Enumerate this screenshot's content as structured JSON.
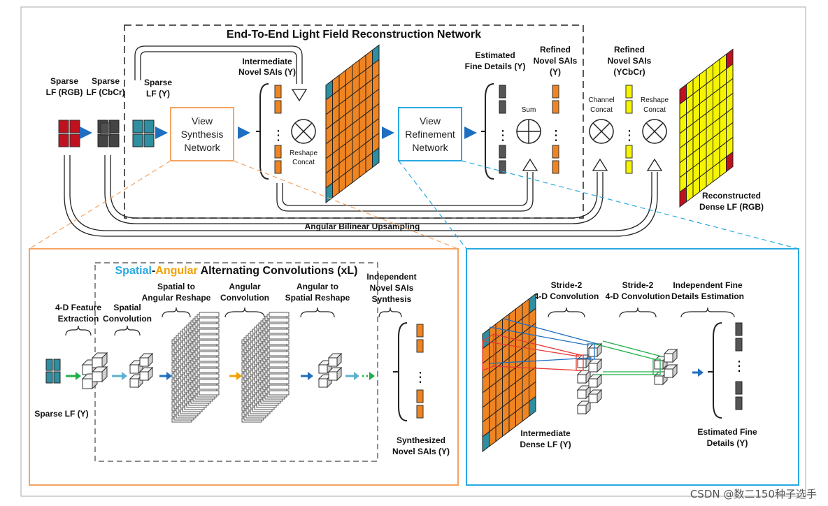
{
  "top": {
    "title": "End-To-End Light Field Reconstruction Network",
    "sparse_rgb": [
      "Sparse",
      "LF (RGB)"
    ],
    "sparse_cbcr": [
      "Sparse",
      "LF (CbCr)"
    ],
    "sparse_y": [
      "Sparse",
      "LF (Y)"
    ],
    "view_synthesis": [
      "View",
      "Synthesis",
      "Network"
    ],
    "intermediate": [
      "Intermediate",
      "Novel SAIs (Y)"
    ],
    "reshape_concat_1": [
      "Reshape",
      "Concat"
    ],
    "view_refinement": [
      "View",
      "Refinement",
      "Network"
    ],
    "estimated_fine": [
      "Estimated",
      "Fine Details (Y)"
    ],
    "sum": "Sum",
    "refined_y": [
      "Refined",
      "Novel SAIs",
      "(Y)"
    ],
    "channel_concat": [
      "Channel",
      "Concat"
    ],
    "refined_ycbcr": [
      "Refined",
      "Novel SAIs",
      "(YCbCr)"
    ],
    "reshape_concat_2": [
      "Reshape",
      "Concat"
    ],
    "reconstructed": [
      "Reconstructed",
      "Dense LF (RGB)"
    ],
    "angular_bilinear": "Angular Bilinear Upsampling"
  },
  "left_panel": {
    "title_spatial": "Spatial",
    "title_dash": "-",
    "title_angular": "Angular",
    "title_rest": " Alternating Convolutions (xL)",
    "feature_extraction": [
      "4-D Feature",
      "Extraction"
    ],
    "spatial_conv": [
      "Spatial",
      "Convolution"
    ],
    "s2a_reshape": [
      "Spatial to",
      "Angular Reshape"
    ],
    "angular_conv": [
      "Angular",
      "Convolution"
    ],
    "a2s_reshape": [
      "Angular to",
      "Spatial Reshape"
    ],
    "independent": [
      "Independent",
      "Novel SAIs",
      "Synthesis"
    ],
    "sparse_lf_y": "Sparse LF (Y)",
    "synthesized": [
      "Synthesized",
      "Novel SAIs (Y)"
    ]
  },
  "right_panel": {
    "stride1": [
      "Stride-2",
      "4-D Convolution"
    ],
    "stride2": [
      "Stride-2",
      "4-D Convolution"
    ],
    "independent_fine": [
      "Independent Fine",
      "Details Estimation"
    ],
    "intermediate_dense": [
      "Intermediate",
      "Dense LF (Y)"
    ],
    "estimated_fine_details": [
      "Estimated Fine",
      "Details (Y)"
    ]
  },
  "watermark": "CSDN @数二150种子选手",
  "colors": {
    "orange": "#ee8422",
    "teal": "#2f8ea0",
    "yellow": "#f5f500",
    "red": "#c0121e",
    "dark": "#444444",
    "blue_arrow": "#1f6fc0",
    "orange_panel": "#f4a460",
    "cyan_panel": "#29a9e1",
    "green_arrow": "#1fb04a"
  }
}
